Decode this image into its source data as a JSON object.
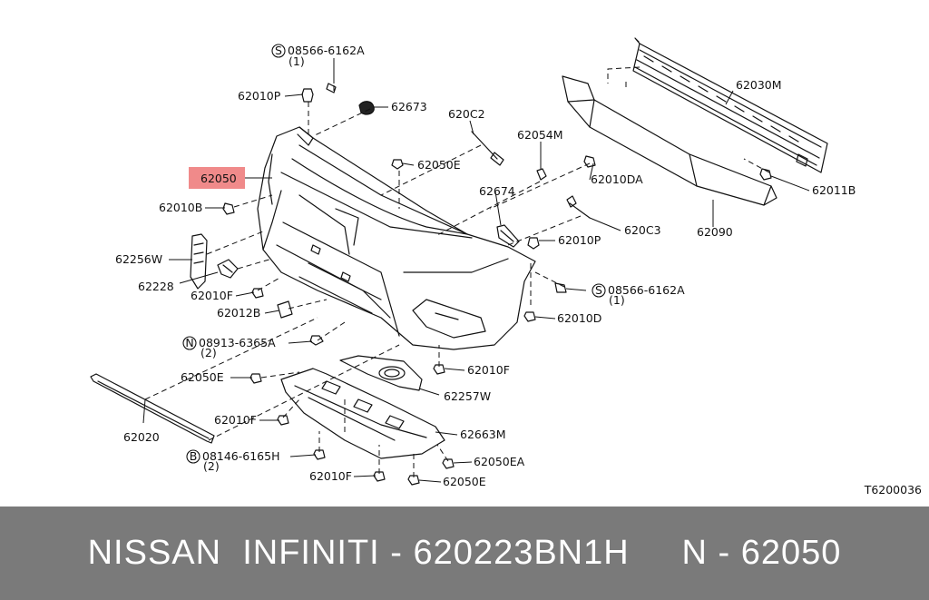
{
  "diagram": {
    "drawing_code": "T6200036",
    "highlight_color": "#f08a8a",
    "parts": [
      {
        "id": "p1",
        "label": "08566-6162A",
        "qty": "(1)",
        "symbol": "S"
      },
      {
        "id": "p2",
        "label": "62010P"
      },
      {
        "id": "p3",
        "label": "62673"
      },
      {
        "id": "p4",
        "label": "620C2"
      },
      {
        "id": "p5",
        "label": "62054M"
      },
      {
        "id": "p6",
        "label": "62030M"
      },
      {
        "id": "p7",
        "label": "62050",
        "highlight": true
      },
      {
        "id": "p8",
        "label": "62050E"
      },
      {
        "id": "p9",
        "label": "62010DA"
      },
      {
        "id": "p10",
        "label": "62011B"
      },
      {
        "id": "p11",
        "label": "62010B"
      },
      {
        "id": "p12",
        "label": "62674"
      },
      {
        "id": "p13",
        "label": "620C3"
      },
      {
        "id": "p14",
        "label": "62090"
      },
      {
        "id": "p15",
        "label": "62256W"
      },
      {
        "id": "p16",
        "label": "62010P"
      },
      {
        "id": "p17",
        "label": "62228"
      },
      {
        "id": "p18",
        "label": "08566-6162A",
        "qty": "(1)",
        "symbol": "S"
      },
      {
        "id": "p19",
        "label": "62010F"
      },
      {
        "id": "p20",
        "label": "62012B"
      },
      {
        "id": "p21",
        "label": "62010D"
      },
      {
        "id": "p22",
        "label": "08913-6365A",
        "qty": "(2)",
        "symbol": "N"
      },
      {
        "id": "p23",
        "label": "62010F"
      },
      {
        "id": "p24",
        "label": "62050E"
      },
      {
        "id": "p25",
        "label": "62257W"
      },
      {
        "id": "p26",
        "label": "62010F"
      },
      {
        "id": "p27",
        "label": "62663M"
      },
      {
        "id": "p28",
        "label": "62020"
      },
      {
        "id": "p29",
        "label": "08146-6165H",
        "qty": "(2)",
        "symbol": "B"
      },
      {
        "id": "p30",
        "label": "62050EA"
      },
      {
        "id": "p31",
        "label": "62010F"
      },
      {
        "id": "p32",
        "label": "62050E"
      }
    ]
  },
  "caption": {
    "brand": "NISSAN  INFINITI",
    "part_number": "620223BN1H",
    "ref": "N - 62050",
    "separator": " - "
  }
}
